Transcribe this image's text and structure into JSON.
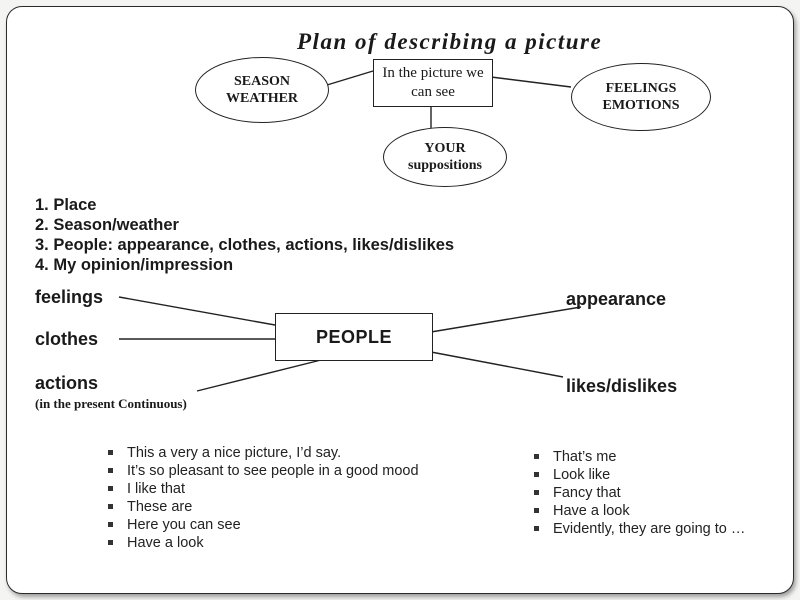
{
  "title": "Plan of describing a picture",
  "diagram": {
    "season_weather": [
      "SEASON",
      "WEATHER"
    ],
    "center": [
      "In the picture we",
      "can see"
    ],
    "feelings_emotions": [
      "FEELINGS",
      "EMOTIONS"
    ],
    "your_suppositions": [
      "YOUR",
      "suppositions"
    ]
  },
  "plan_list": [
    "1. Place",
    "2. Season/weather",
    "3. People: appearance, clothes, actions, likes/dislikes",
    "4. My opinion/impression"
  ],
  "people_map": {
    "center": "PEOPLE",
    "feelings": "feelings",
    "clothes": "clothes",
    "actions": "actions",
    "actions_note": "(in the present Continuous)",
    "appearance": "appearance",
    "likes": "likes/dislikes"
  },
  "phrases_left": [
    "This a very a nice picture, I’d say.",
    "It’s so pleasant to see people in a good mood",
    "I like that",
    "These are",
    "Here you can see",
    "Have a look"
  ],
  "phrases_right": [
    "That’s me",
    "Look like",
    "Fancy that",
    "Have a look",
    "Evidently, they are going to …"
  ]
}
